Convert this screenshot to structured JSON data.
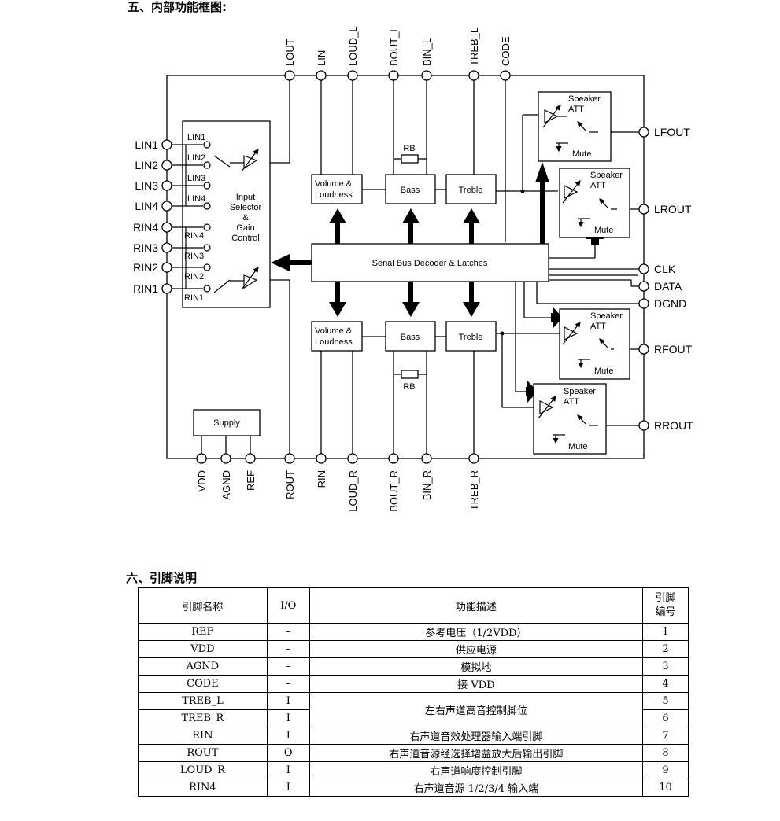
{
  "headings": {
    "block_diagram": "五、内部功能框图:",
    "pin_desc": "六、引脚说明"
  },
  "diagram": {
    "top_pins": [
      "LOUT",
      "LIN",
      "LOUD_L",
      "BOUT_L",
      "BIN_L",
      "TREB_L",
      "CODE"
    ],
    "bottom_pins": [
      "VDD",
      "AGND",
      "REF",
      "ROUT",
      "RIN",
      "LOUD_R",
      "BOUT_R",
      "BIN_R",
      "TREB_R"
    ],
    "left_pins": [
      "LIN1",
      "LIN2",
      "LIN3",
      "LIN4",
      "RIN4",
      "RIN3",
      "RIN2",
      "RIN1"
    ],
    "right_pins": [
      "LFOUT",
      "LROUT",
      "CLK",
      "DATA",
      "DGND",
      "RFOUT",
      "RROUT"
    ],
    "selector_inputs": [
      "LIN1",
      "LIN2",
      "LIN3",
      "LIN4",
      "RIN4",
      "RIN3",
      "RIN2",
      "RIN1"
    ],
    "selector_label": [
      "Input",
      "Selector",
      "&",
      "Gain",
      "Control"
    ],
    "volume_label": [
      "Volume &",
      "Loudness"
    ],
    "bass_label": "Bass",
    "treble_label": "Treble",
    "rb_label": "RB",
    "decoder_label": "Serial Bus Decoder & Latches",
    "speaker_label": [
      "Speaker",
      "ATT"
    ],
    "mute_label": "Mute",
    "supply_label": "Supply"
  },
  "table": {
    "headers": [
      "引脚名称",
      "I/O",
      "功能描述",
      "引脚\n编号"
    ],
    "rows": [
      [
        "REF",
        "–",
        "参考电压（1/2VDD）",
        "1"
      ],
      [
        "VDD",
        "–",
        "供应电源",
        "2"
      ],
      [
        "AGND",
        "–",
        "模拟地",
        "3"
      ],
      [
        "CODE",
        "–",
        "接 VDD",
        "4"
      ],
      [
        "TREB_L",
        "I",
        "左右声道高音控制脚位",
        "5"
      ],
      [
        "TREB_R",
        "I",
        "",
        "6"
      ],
      [
        "RIN",
        "I",
        "右声道音效处理器输入端引脚",
        "7"
      ],
      [
        "ROUT",
        "O",
        "右声道音源经选择增益放大后输出引脚",
        "8"
      ],
      [
        "LOUD_R",
        "I",
        "右声道响度控制引脚",
        "9"
      ],
      [
        "RIN4",
        "I",
        "右声道音源 1/2/3/4 输入端",
        "10"
      ]
    ]
  }
}
